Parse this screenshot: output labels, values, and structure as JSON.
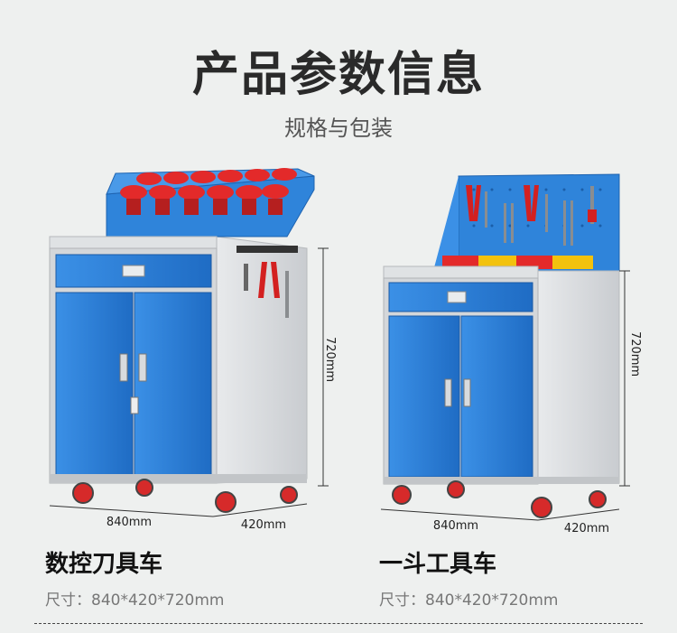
{
  "header": {
    "title": "产品参数信息",
    "subtitle": "规格与包装"
  },
  "products": [
    {
      "name": "数控刀具车",
      "size_label": "尺寸：",
      "size_value": "840*420*720mm",
      "dims": {
        "height": "720mm",
        "width": "840mm",
        "depth": "420mm"
      }
    },
    {
      "name": "一斗工具车",
      "size_label": "尺寸：",
      "size_value": "840*420*720mm",
      "dims": {
        "height": "720mm",
        "width": "840mm",
        "depth": "420mm"
      }
    }
  ],
  "colors": {
    "cabinet_blue": "#2d7fd6",
    "cabinet_gray": "#d9dcde",
    "holder_red": "#e32a2a",
    "wheel_red": "#d62a2a",
    "background": "#eef0ef"
  }
}
